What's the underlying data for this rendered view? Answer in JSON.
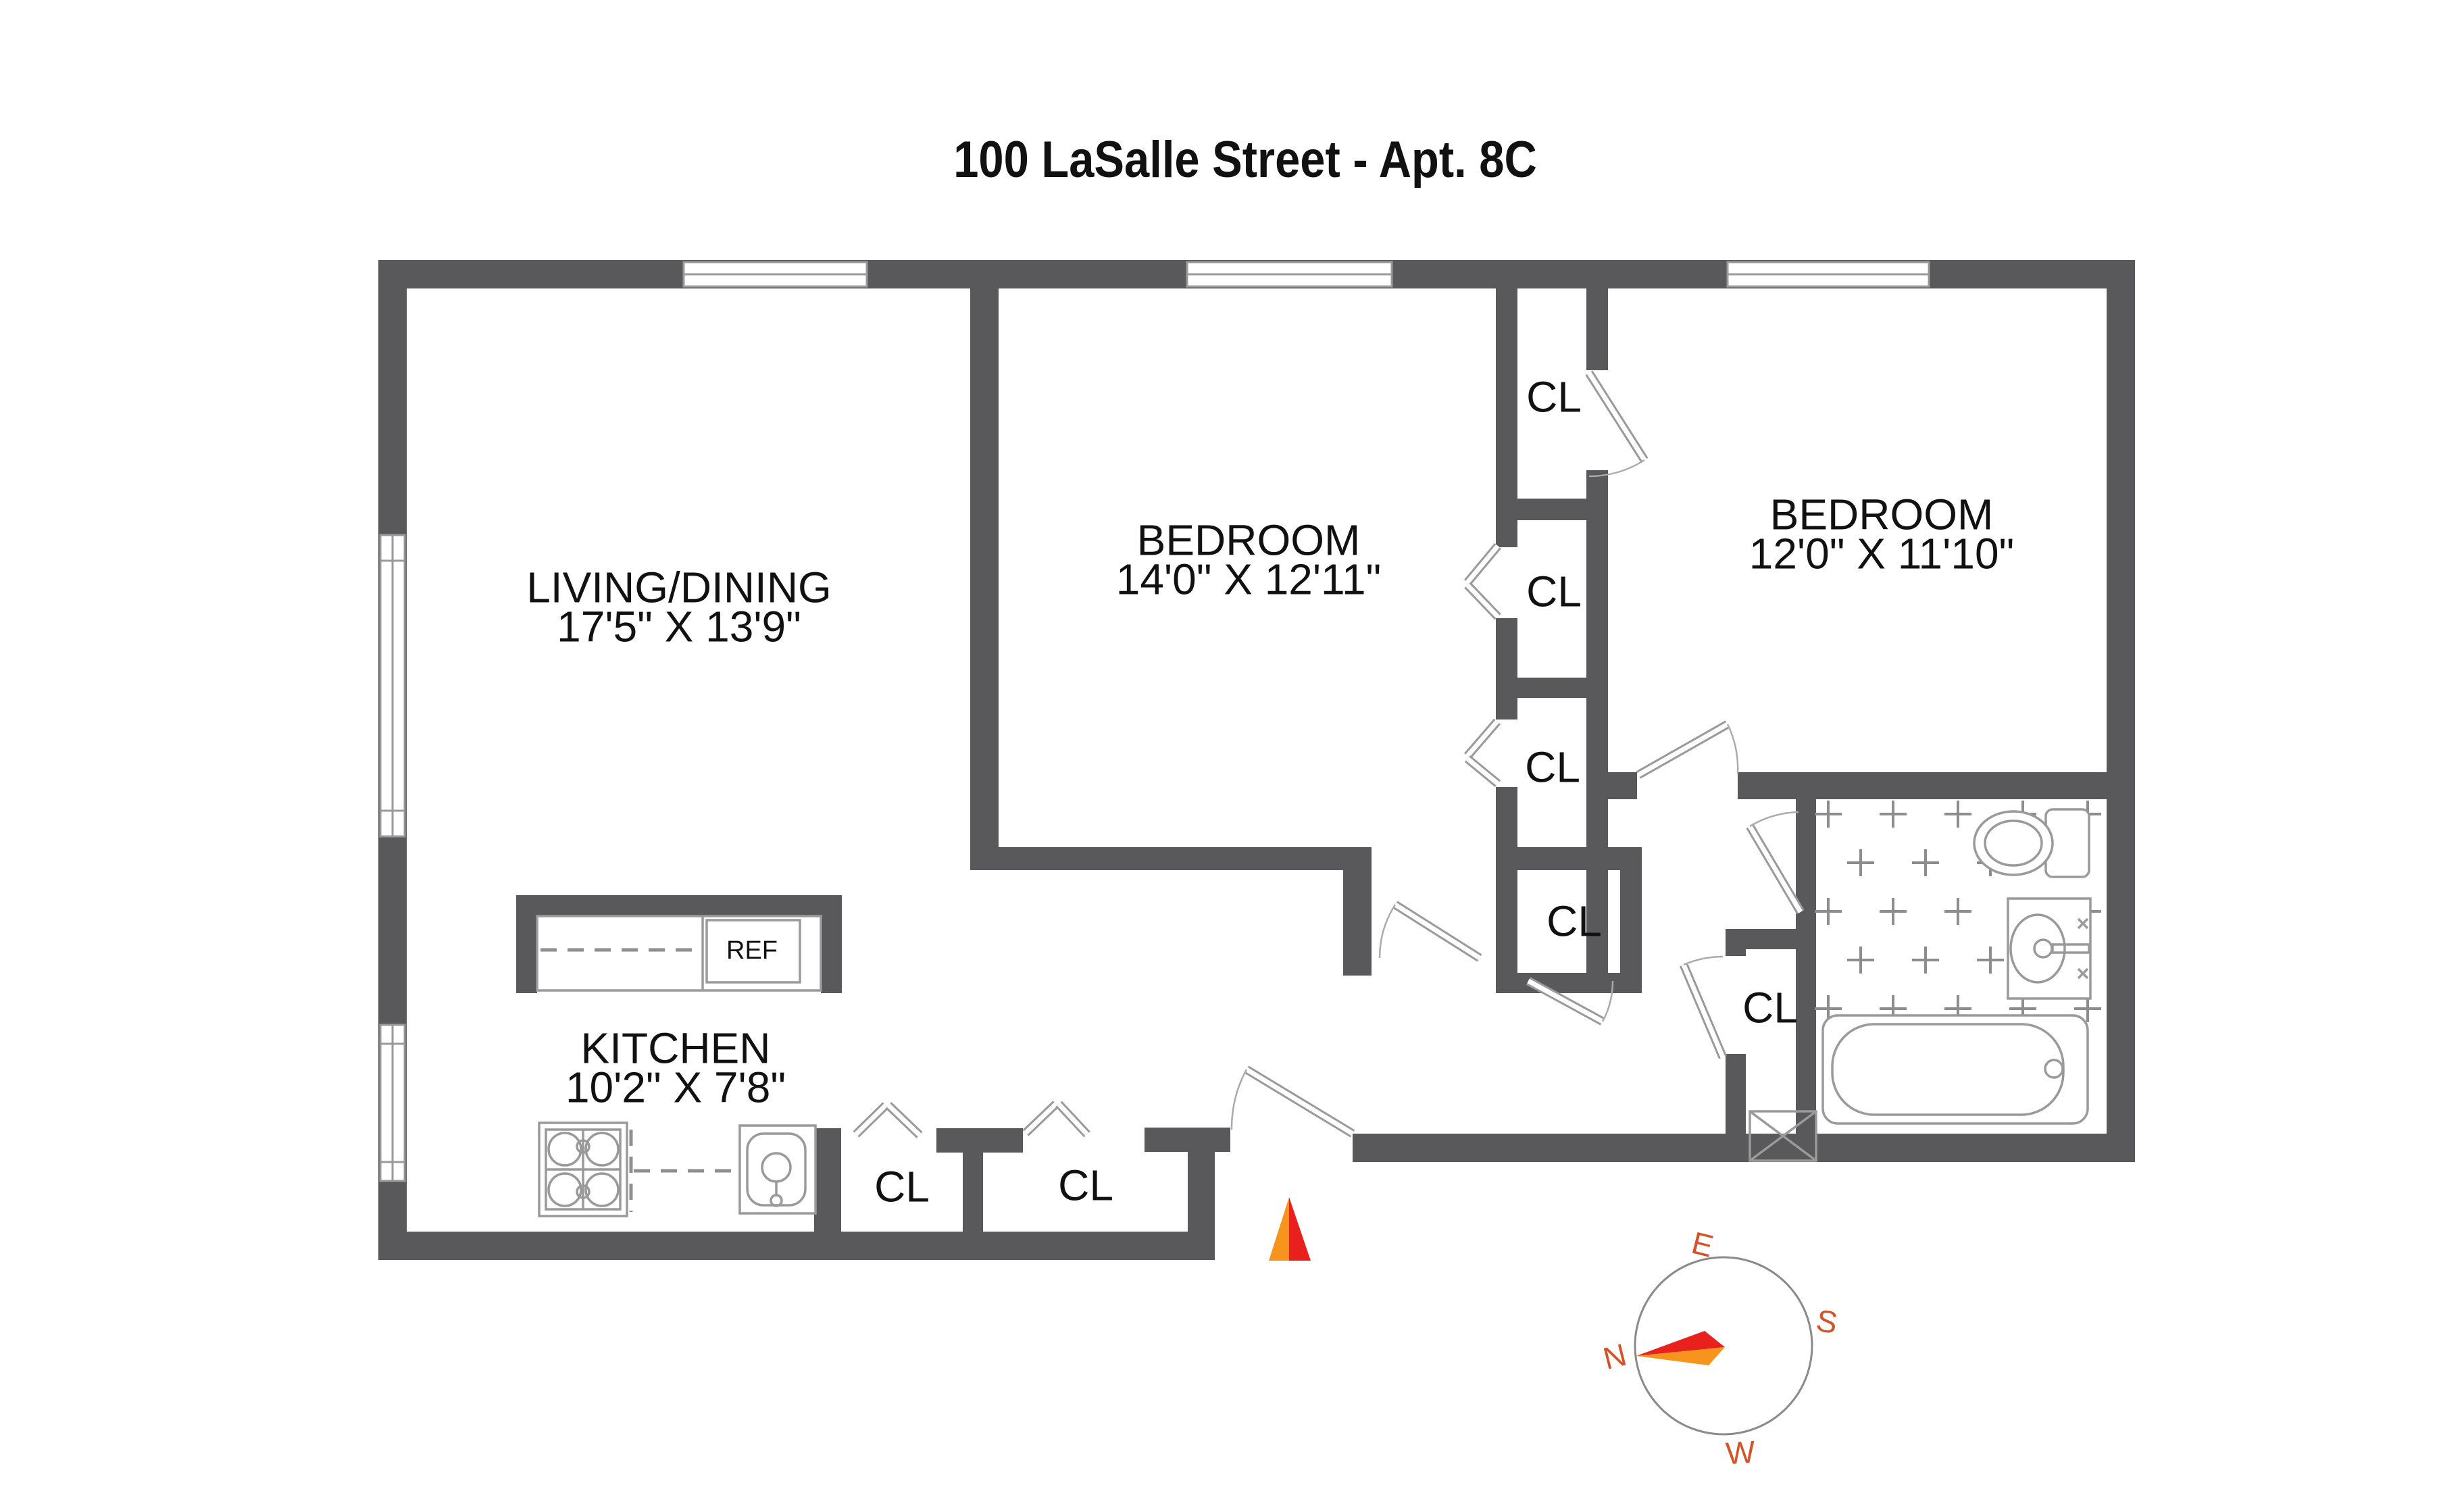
{
  "title": "100 LaSalle Street - Apt. 8C",
  "rooms": {
    "living": {
      "name": "LIVING/DINING",
      "dims": "17'5\" X 13'9\""
    },
    "bedroom1": {
      "name": "BEDROOM",
      "dims": "14'0\" X 12'11\""
    },
    "bedroom2": {
      "name": "BEDROOM",
      "dims": "12'0\" X 11'10\""
    },
    "kitchen": {
      "name": "KITCHEN",
      "dims": "10'2\" X 7'8\""
    }
  },
  "labels": {
    "closet": "CL",
    "refrigerator": "REF"
  },
  "compass": {
    "north": "N",
    "east": "E",
    "south": "S",
    "west": "W"
  },
  "colors": {
    "wall": "#59595b",
    "fixture_outline": "#9a9a9a",
    "tile_mark": "#8d8d8d",
    "compass_letter": "#d4542a",
    "arrow_red": "#e8211d",
    "arrow_orange": "#f7941e"
  },
  "tile_symbol": "+"
}
